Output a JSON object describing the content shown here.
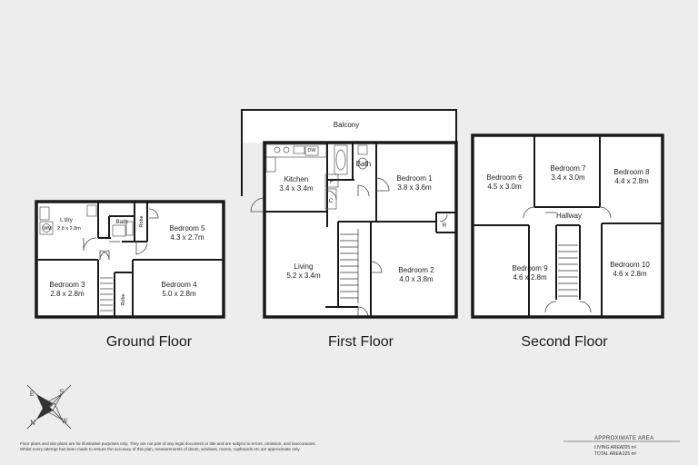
{
  "floors": [
    {
      "title": "Ground Floor",
      "rooms": [
        {
          "name": "L'dry",
          "dims": "2.8 x 2.8m"
        },
        {
          "name": "WM"
        },
        {
          "name": "Bath"
        },
        {
          "name": "Robe"
        },
        {
          "name": "Bedroom 5",
          "dims": "4.3 x 2.7m"
        },
        {
          "name": "Bedroom 3",
          "dims": "2.8 x 2.8m"
        },
        {
          "name": "Robe"
        },
        {
          "name": "Bedroom 4",
          "dims": "5.0 x 2.8m"
        }
      ]
    },
    {
      "title": "First Floor",
      "rooms": [
        {
          "name": "Balcony"
        },
        {
          "name": "DW"
        },
        {
          "name": "Kitchen",
          "dims": "3.4 x 3.4m"
        },
        {
          "name": "F"
        },
        {
          "name": "C"
        },
        {
          "name": "Bath"
        },
        {
          "name": "Bedroom 1",
          "dims": "3.8 x 3.6m"
        },
        {
          "name": "R"
        },
        {
          "name": "Living",
          "dims": "5.2 x 3.4m"
        },
        {
          "name": "Bedroom 2",
          "dims": "4.0 x 3.8m"
        }
      ]
    },
    {
      "title": "Second Floor",
      "rooms": [
        {
          "name": "Bedroom 6",
          "dims": "4.5 x 3.0m"
        },
        {
          "name": "Bedroom 7",
          "dims": "3.4 x 3.0m"
        },
        {
          "name": "Bedroom 8",
          "dims": "4.4 x 2.8m"
        },
        {
          "name": "Hallway"
        },
        {
          "name": "Bedroom 9",
          "dims": "4.6 x 2.8m"
        },
        {
          "name": "Bedroom 10",
          "dims": "4.6 x 2.8m"
        }
      ]
    }
  ],
  "compass": {
    "n": "N",
    "s": "S",
    "e": "E",
    "w": "W"
  },
  "disclaimer": {
    "line1": "Floor plans and site plans are for illustrative purposes only. They are not part of any legal document or title and are subject to errors, omission, and inaccuracies.",
    "line2": "Whilst every attempt has been made to ensure the accuracy of this plan, measurements of doors, windows, rooms, cupboards etc are approximate only."
  },
  "area": {
    "heading": "APPROXIMATE AREA",
    "living_label": "LIVING  AREA",
    "living_value": ": 205 m²",
    "total_label": "TOTAL AREA",
    "total_value": ": 225 m²"
  }
}
